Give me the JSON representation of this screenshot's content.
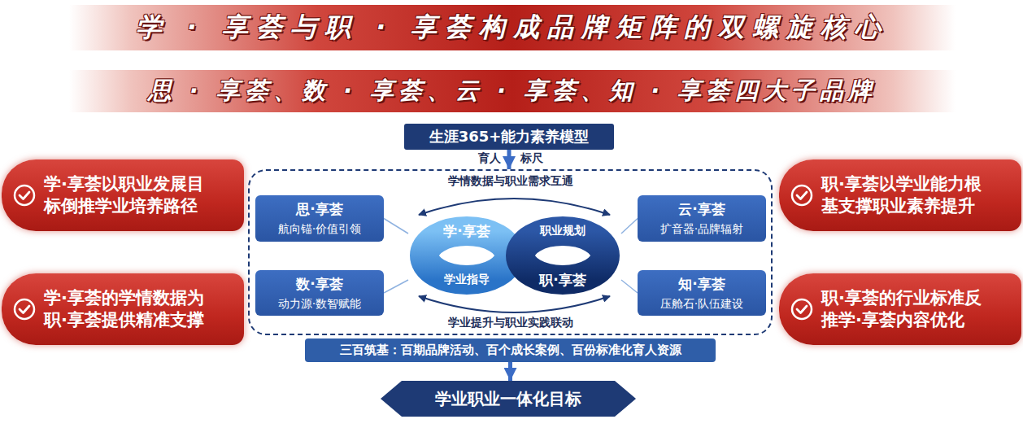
{
  "diagram": {
    "nodes": [
      {
        "text": [
          "学 · 享荟与职 · 享荟构成品牌矩阵的双螺旋核心"
        ]
      },
      {
        "text": [
          "思 · 享荟、数 · 享荟、云 · 享荟、知 · 享荟四大子品牌"
        ]
      },
      {
        "text": [
          "生涯365+能力素养模型"
        ]
      },
      {
        "text": [
          "学·享荟以职业发展目 标倒推学业培养路径"
        ]
      },
      {
        "text": [
          "学情数据与职业需求互通",
          "学业提升与职业实践联动"
        ]
      },
      {
        "text": [
          "思·享荟",
          "航向锚·价值引领"
        ],
        "in": 4
      },
      {
        "text": [
          "学·享荟",
          "职业规划",
          "学业指导",
          "职·享荟"
        ],
        "in": 4
      },
      {
        "text": [
          "云·享荟",
          "扩音器·品牌辐射"
        ],
        "in": 4
      },
      {
        "text": [
          "数·享荟",
          "动力源·数智赋能"
        ],
        "in": 4
      },
      {
        "text": [
          "知·享荟",
          "压舱石·队伍建设"
        ],
        "in": 4
      },
      {
        "text": [
          "职·享荟以学业能力根 基支撑职业素养提升"
        ]
      },
      {
        "text": [
          "学·享荟的学情数据为 职·享荟提供精准支撑"
        ]
      },
      {
        "text": [
          "职·享荟的行业标准反 推学·享荟内容优化"
        ]
      },
      {
        "text": [
          "三百筑基：百期品牌活动、百个成长案例、百份标准化育人资源"
        ]
      },
      {
        "text": [
          "学业职业一体化目标"
        ]
      }
    ],
    "edges": [
      {
        "from": 2,
        "to": 4,
        "arrow": "to"
      },
      {
        "from": 5,
        "to": 6,
        "arrow": "none"
      },
      {
        "from": 7,
        "to": 6,
        "arrow": "none"
      },
      {
        "from": 8,
        "to": 6,
        "arrow": "none"
      },
      {
        "from": 9,
        "to": 6,
        "arrow": "none"
      },
      {
        "from": 13,
        "to": 14,
        "arrow": "to"
      }
    ],
    "labels": [
      "育人",
      "标尺"
    ]
  }
}
